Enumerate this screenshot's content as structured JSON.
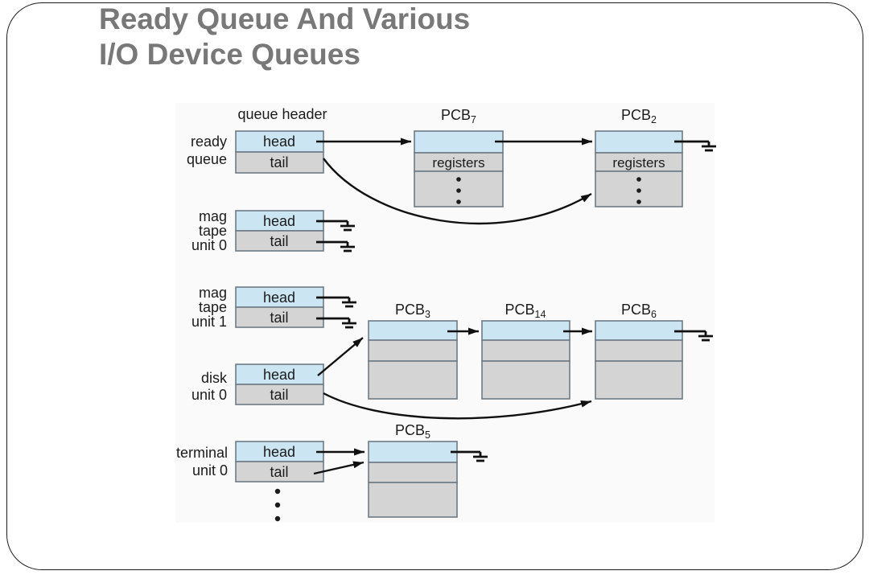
{
  "title": {
    "line1": "Ready Queue And Various",
    "line2": "I/O Device Queues"
  },
  "diagram": {
    "header_label": "queue header",
    "head_label": "head",
    "tail_label": "tail",
    "registers_label": "registers",
    "queues": {
      "ready": {
        "line1": "ready",
        "line2": "queue"
      },
      "mag0": {
        "line1": "mag",
        "line2": "tape",
        "line3": "unit 0"
      },
      "mag1": {
        "line1": "mag",
        "line2": "tape",
        "line3": "unit 1"
      },
      "disk": {
        "line1": "disk",
        "line2": "unit 0"
      },
      "terminal": {
        "line1": "terminal",
        "line2": "unit 0"
      }
    },
    "pcbs": {
      "pcb7": {
        "name": "PCB",
        "sub": "7"
      },
      "pcb2": {
        "name": "PCB",
        "sub": "2"
      },
      "pcb3": {
        "name": "PCB",
        "sub": "3"
      },
      "pcb14": {
        "name": "PCB",
        "sub": "14"
      },
      "pcb6": {
        "name": "PCB",
        "sub": "6"
      },
      "pcb5": {
        "name": "PCB",
        "sub": "5"
      }
    },
    "colors": {
      "entry_fill": "#cbe5f2",
      "body_fill": "#d4d4d4",
      "figure_bg": "#fafafa",
      "box_border": "#6e7b85",
      "line": "#101010",
      "title_gray": "#787878"
    }
  }
}
